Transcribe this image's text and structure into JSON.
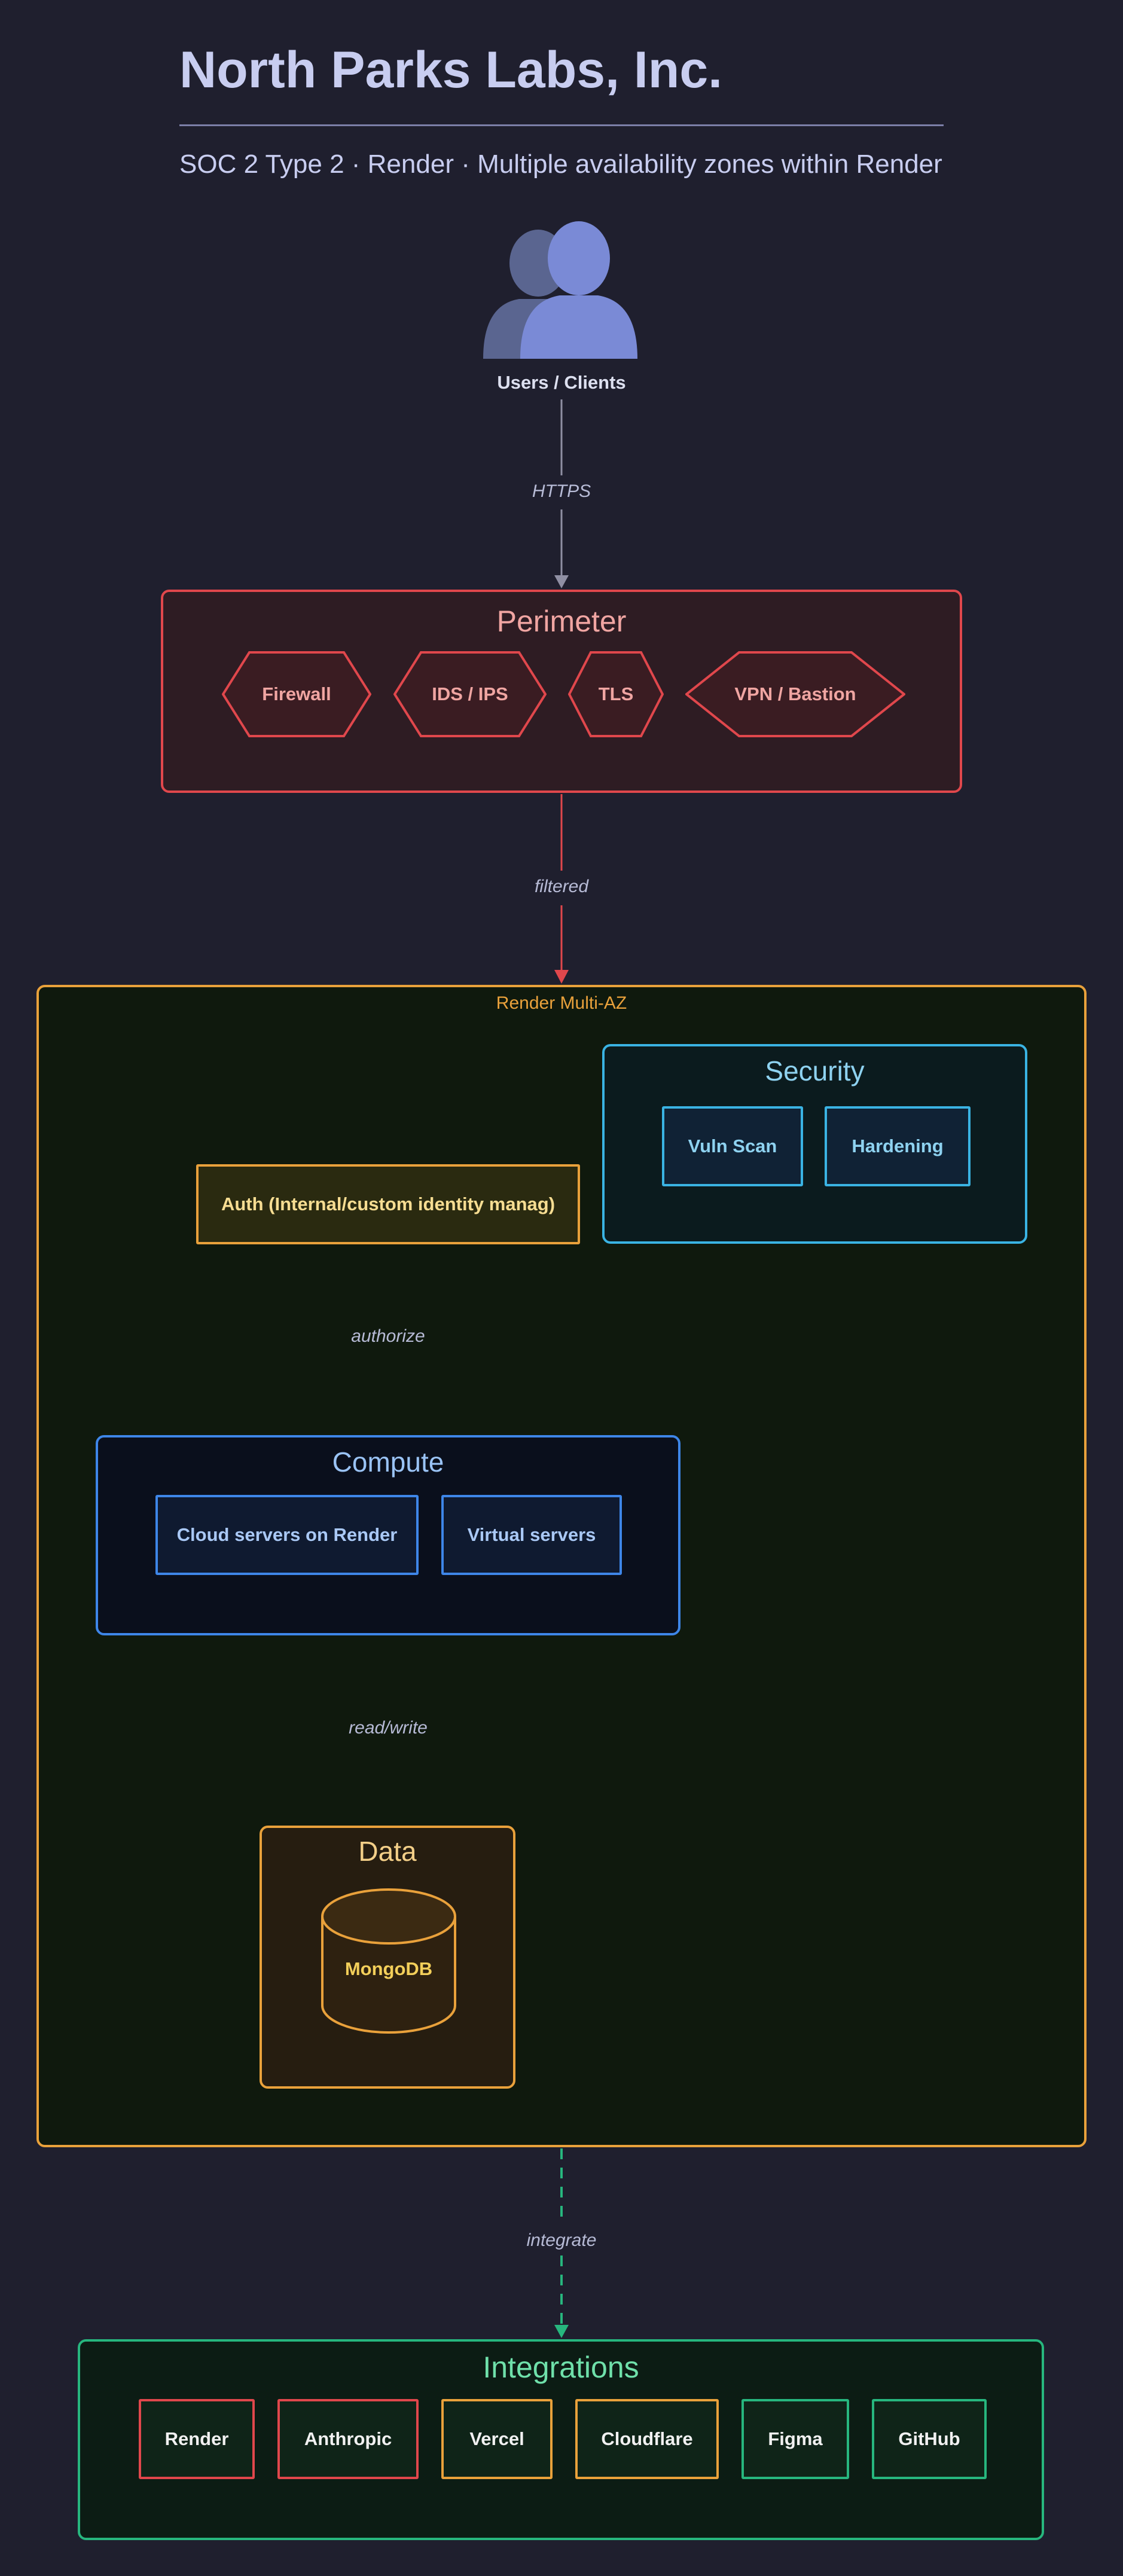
{
  "header": {
    "title": "North Parks Labs, Inc.",
    "subtitle": "SOC 2 Type 2 · Render · Multiple availability zones within Render"
  },
  "users": {
    "label": "Users / Clients",
    "icon": "users-icon"
  },
  "edges": {
    "https": "HTTPS",
    "filtered": "filtered",
    "authorize": "authorize",
    "read_write": "read/write",
    "integrate": "integrate"
  },
  "perimeter": {
    "title": "Perimeter",
    "items": [
      "Firewall",
      "IDS / IPS",
      "TLS",
      "VPN / Bastion"
    ]
  },
  "zone": {
    "title": "Render Multi-AZ"
  },
  "security": {
    "title": "Security",
    "items": [
      "Vuln Scan",
      "Hardening"
    ]
  },
  "auth": {
    "label": "Auth (Internal/custom identity manag)"
  },
  "compute": {
    "title": "Compute",
    "items": [
      "Cloud servers on Render",
      "Virtual servers"
    ]
  },
  "data": {
    "title": "Data",
    "items": [
      "MongoDB"
    ]
  },
  "integrations": {
    "title": "Integrations",
    "items": [
      "Render",
      "Anthropic",
      "Vercel",
      "Cloudflare",
      "Figma",
      "GitHub"
    ]
  },
  "colors": {
    "background": "#1f1f2e",
    "perimeter": "#e0474c",
    "zone": "#e9a13b",
    "security": "#3ab3e3",
    "compute": "#3e86e8",
    "integrations": "#27b67e",
    "link_neutral": "#8f8fa3"
  }
}
